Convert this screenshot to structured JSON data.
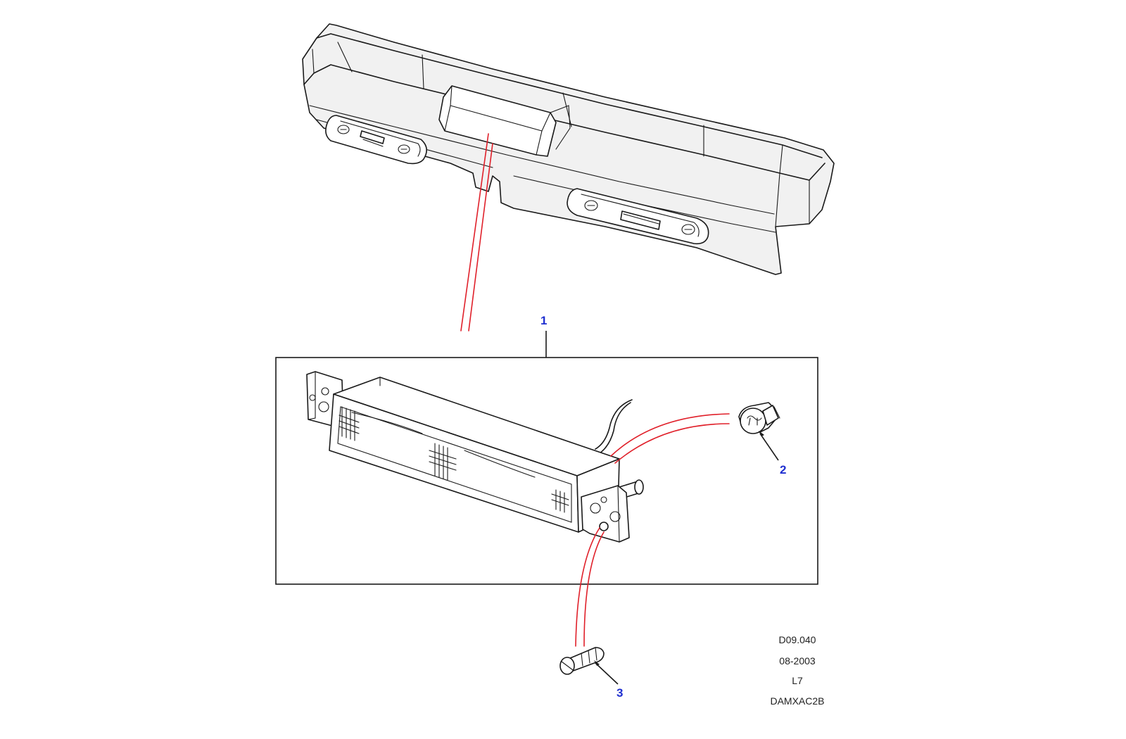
{
  "callouts": [
    {
      "id": "1",
      "label": "1"
    },
    {
      "id": "2",
      "label": "2"
    },
    {
      "id": "3",
      "label": "3"
    }
  ],
  "reference": {
    "code": "D09.040",
    "date": "08-2003",
    "model": "L7",
    "part": "DAMXAC2B"
  },
  "colors": {
    "line": "#1a1a1a",
    "leader": "#e0202a",
    "callout": "#1f2fd0"
  }
}
